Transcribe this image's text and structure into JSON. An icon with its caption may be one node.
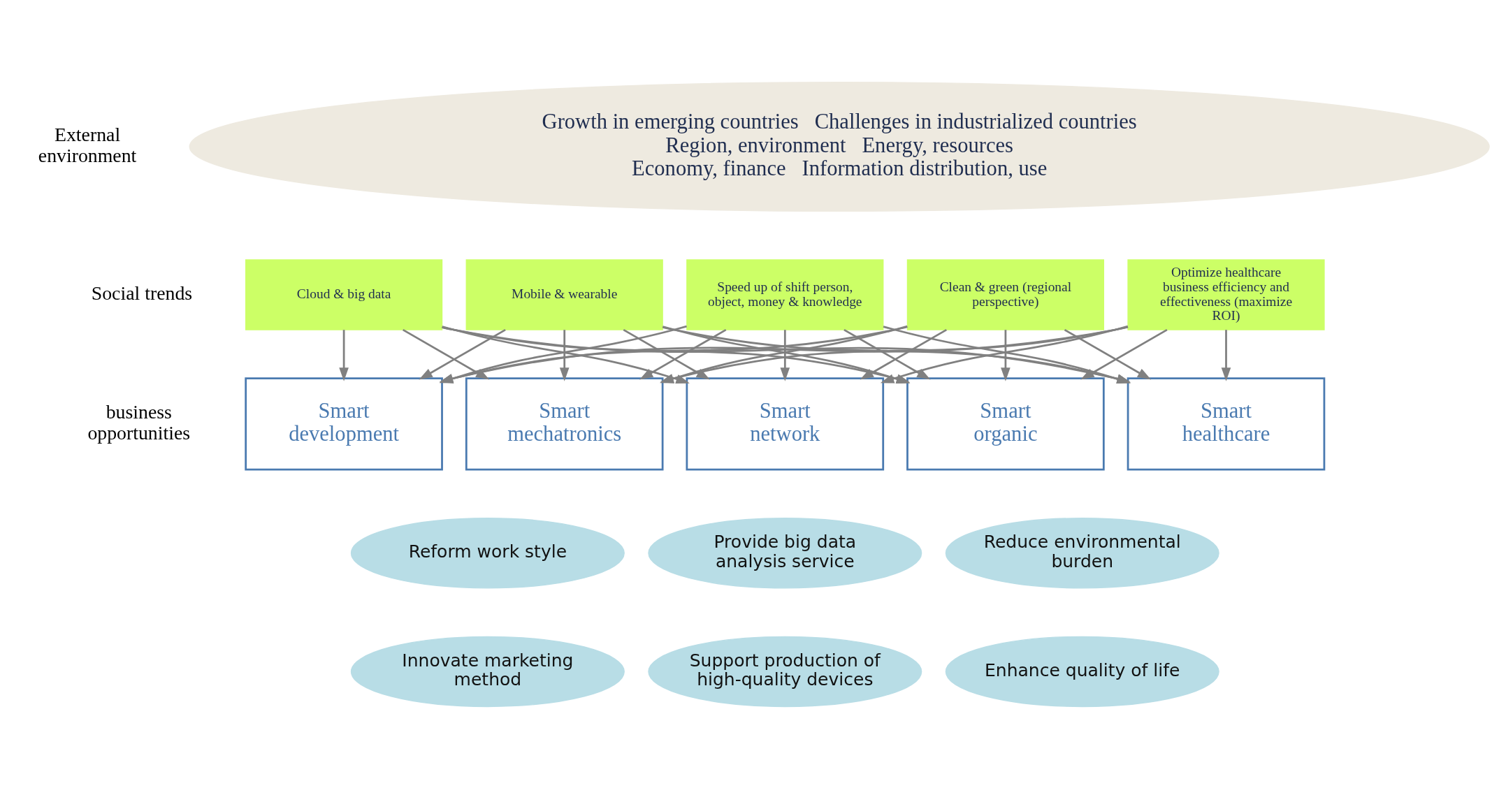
{
  "diagram": {
    "nodes": [
      {
        "text": [
          "Growth in emerging countries   Challenges in industrialized countries",
          "Region, environment   Energy, resources",
          "Economy, finance   Information distribution, use"
        ]
      },
      {
        "text": [
          "Cloud & big data"
        ]
      },
      {
        "text": [
          "Mobile & wearable"
        ]
      },
      {
        "text": [
          "Speed up of shift person, object, money & knowledge"
        ]
      },
      {
        "text": [
          "Clean & green (regional perspective)"
        ]
      },
      {
        "text": [
          "Optimize healthcare business efficiency and effectiveness (maximize ROI)"
        ]
      },
      {
        "text": [
          "Smart development"
        ]
      },
      {
        "text": [
          "Smart mechatronics"
        ]
      },
      {
        "text": [
          "Smart network"
        ]
      },
      {
        "text": [
          "Smart organic"
        ]
      },
      {
        "text": [
          "Smart healthcare"
        ]
      },
      {
        "text": [
          "Reform work style"
        ]
      },
      {
        "text": [
          "Provide big data analysis service"
        ]
      },
      {
        "text": [
          "Reduce environmental burden"
        ]
      },
      {
        "text": [
          "Innovate marketing method"
        ]
      },
      {
        "text": [
          "Support production of high-quality devices"
        ]
      },
      {
        "text": [
          "Enhance quality of life"
        ]
      }
    ],
    "edges": [
      {
        "from": 1,
        "to": 6,
        "arrow": "to"
      },
      {
        "from": 1,
        "to": 7,
        "arrow": "to"
      },
      {
        "from": 1,
        "to": 8,
        "arrow": "to"
      },
      {
        "from": 1,
        "to": 9,
        "arrow": "to"
      },
      {
        "from": 1,
        "to": 10,
        "arrow": "to"
      },
      {
        "from": 2,
        "to": 6,
        "arrow": "to"
      },
      {
        "from": 2,
        "to": 7,
        "arrow": "to"
      },
      {
        "from": 2,
        "to": 8,
        "arrow": "to"
      },
      {
        "from": 2,
        "to": 9,
        "arrow": "to"
      },
      {
        "from": 2,
        "to": 10,
        "arrow": "to"
      },
      {
        "from": 3,
        "to": 6,
        "arrow": "to"
      },
      {
        "from": 3,
        "to": 7,
        "arrow": "to"
      },
      {
        "from": 3,
        "to": 8,
        "arrow": "to"
      },
      {
        "from": 3,
        "to": 9,
        "arrow": "to"
      },
      {
        "from": 3,
        "to": 10,
        "arrow": "to"
      },
      {
        "from": 4,
        "to": 6,
        "arrow": "to"
      },
      {
        "from": 4,
        "to": 7,
        "arrow": "to"
      },
      {
        "from": 4,
        "to": 8,
        "arrow": "to"
      },
      {
        "from": 4,
        "to": 9,
        "arrow": "to"
      },
      {
        "from": 4,
        "to": 10,
        "arrow": "to"
      },
      {
        "from": 5,
        "to": 6,
        "arrow": "to"
      },
      {
        "from": 5,
        "to": 7,
        "arrow": "to"
      },
      {
        "from": 5,
        "to": 8,
        "arrow": "to"
      },
      {
        "from": 5,
        "to": 9,
        "arrow": "to"
      },
      {
        "from": 5,
        "to": 10,
        "arrow": "to"
      }
    ],
    "labels": [
      "External environment",
      "Social trends",
      "business opportunities"
    ]
  }
}
